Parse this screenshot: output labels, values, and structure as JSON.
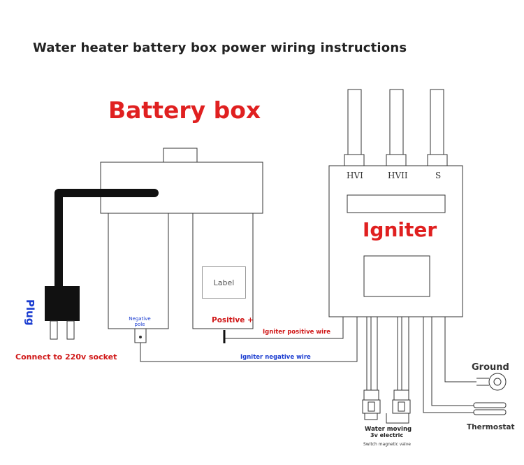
{
  "title": "Water heater battery box power wiring instructions",
  "battery_box": {
    "title": "Battery box",
    "label_sticker": "Label",
    "negative_pole": "Negative pole",
    "positive_pole": "Positive +"
  },
  "plug": {
    "label": "Plug",
    "caption": "Connect to 220v socket"
  },
  "igniter": {
    "title": "Igniter",
    "terminals": [
      "HVI",
      "HVII",
      "S"
    ]
  },
  "wires": {
    "positive": "Igniter positive wire",
    "negative": "Igniter negative wire"
  },
  "outputs": {
    "ground": "Ground",
    "thermostat": "Thermostat",
    "valve_line1": "Water moving",
    "valve_line2": "3v electric",
    "valve_line3": "Switch magnetic valve"
  },
  "colors": {
    "accent_red": "#e02020",
    "accent_blue": "#1a3cd0",
    "outline": "#333333"
  }
}
